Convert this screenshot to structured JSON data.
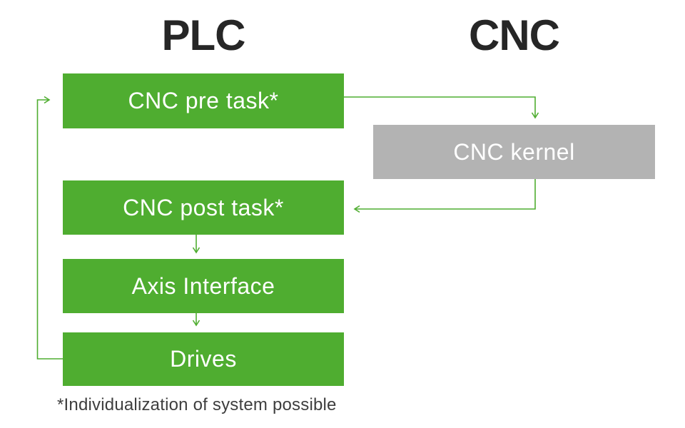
{
  "titles": {
    "left": "PLC",
    "right": "CNC"
  },
  "nodes": {
    "pre_task": {
      "label": "CNC pre task*",
      "color": "#4fad30"
    },
    "kernel": {
      "label": "CNC kernel",
      "color": "#b3b3b3"
    },
    "post_task": {
      "label": "CNC post task*",
      "color": "#4fad30"
    },
    "axis_interface": {
      "label": "Axis Interface",
      "color": "#4fad30"
    },
    "drives": {
      "label": "Drives",
      "color": "#4fad30"
    }
  },
  "edges": [
    {
      "from": "pre_task",
      "to": "kernel"
    },
    {
      "from": "kernel",
      "to": "post_task"
    },
    {
      "from": "post_task",
      "to": "axis_interface"
    },
    {
      "from": "axis_interface",
      "to": "drives"
    },
    {
      "from": "drives",
      "to": "pre_task"
    }
  ],
  "footnote": "*Individualization of system possible",
  "colors": {
    "green": "#4fad30",
    "gray": "#b3b3b3",
    "arrow": "#4fad30",
    "title_text": "#262626",
    "box_text": "#ffffff",
    "footnote_text": "#3e3e3e",
    "background": "#ffffff"
  }
}
